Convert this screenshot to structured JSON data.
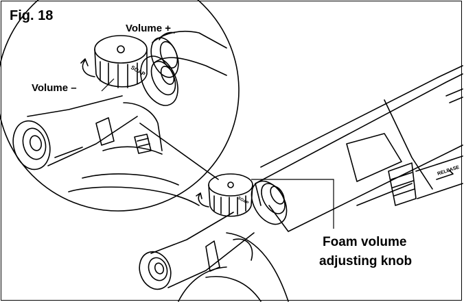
{
  "figure": {
    "fig_label": "Fig. 18",
    "volume_plus": "Volume +",
    "volume_minus": "Volume –",
    "callout_line1": "Foam volume",
    "callout_line2": "adjusting knob",
    "knob_text": "SOAP",
    "release_text": "RELEASE"
  },
  "colors": {
    "line": "#000000",
    "background": "#ffffff"
  }
}
